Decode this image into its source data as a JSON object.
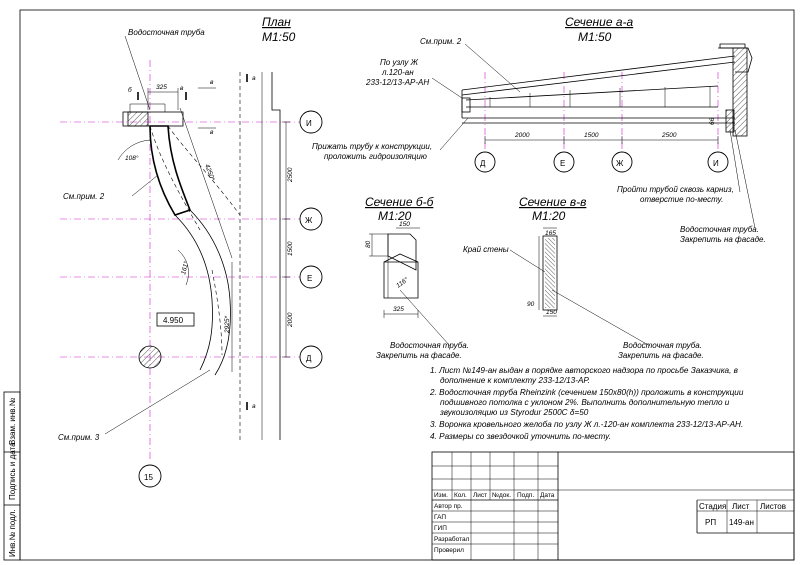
{
  "plan": {
    "title": "План",
    "scale": "М1:50",
    "label_pipe": "Водосточная труба",
    "label_note2": "См.прим. 2",
    "label_note3": "См.прим. 3",
    "elevation": "4.950",
    "angle_108": "108°",
    "angle_161": "161°",
    "dim_325": "325",
    "dim_4250": "4250*",
    "dim_2925": "2925*",
    "dim_2500": "2500",
    "dim_1500": "1500",
    "dim_2000": "2000",
    "sec_b": "б",
    "sec_v": "в",
    "sec_a": "а",
    "axes": [
      "И",
      "Ж",
      "Е",
      "Д"
    ],
    "axis_15": "15"
  },
  "section_aa": {
    "title": "Сечение а-а",
    "scale": "М1:50",
    "label_note2": "См.прим. 2",
    "label_node": "По узлу Ж",
    "label_node_ref1": "л.120-ан",
    "label_node_ref2": "233-12/13-АР-АН",
    "label_press1": "Прижать трубу к конструкции,",
    "label_press2": "проложить гидроизоляцию",
    "label_through1": "Пройти трубой сквозь карниз,",
    "label_through2": "отверстие по-месту.",
    "dims": [
      "2000",
      "1500",
      "2500"
    ],
    "dim_66": "66",
    "axes": [
      "Д",
      "Е",
      "Ж",
      "И"
    ]
  },
  "section_bb": {
    "title": "Сечение б-б",
    "scale": "М1:20",
    "dim_80": "80",
    "dim_150": "150",
    "dim_325": "325",
    "dim_angle": "116°",
    "label_pipe1": "Водосточная труба.",
    "label_pipe2": "Закрепить на фасаде."
  },
  "section_vv": {
    "title": "Сечение в-в",
    "scale": "М1:20",
    "dim_165": "165",
    "dim_90": "90",
    "dim_150": "150",
    "label_wall": "Край стены",
    "label_pipe1": "Водосточная труба.",
    "label_pipe2": "Закрепить на фасаде."
  },
  "right_pipe": {
    "line1": "Водосточная труба.",
    "line2": "Закрепить на фасаде."
  },
  "notes": [
    "1. Лист №149-ан выдан в порядке авторского надзора по просьбе Заказчика, в",
    "дополнение к комплекту 233-12/13-АР.",
    "2. Водосточная труба Rheinzink (сечением 150х80(h)) проложить в конструкции",
    "подшивного потолка с уклоном 2%. Выполнить дополнительную тепло и",
    "звукоизоляцию из Styrodur 2500С δ=50",
    "3. Воронка  кровельного желоба по узлу Ж  л.-120-ан комплекта 233-12/13-АР-АН.",
    "4. Размеры со звездочкой уточнить по-месту."
  ],
  "side_stamp": [
    "Взам. инв.№",
    "Подпись и дата",
    "Инв.№ подл."
  ],
  "title_block": {
    "cols": [
      "Изм.",
      "Кол.",
      "Лист",
      "№док.",
      "Подп.",
      "Дата"
    ],
    "rows": [
      "Автор пр.",
      "ГАП",
      "ГИП",
      "Разработал",
      "Проверил"
    ],
    "stage_label": "Стадия",
    "sheet_label": "Лист",
    "sheets_label": "Листов",
    "stage": "РП",
    "sheet": "149-ан",
    "sheets": ""
  },
  "colors": {
    "axis": "#d21ed2",
    "hatch": "#555555",
    "ink": "#000000"
  }
}
